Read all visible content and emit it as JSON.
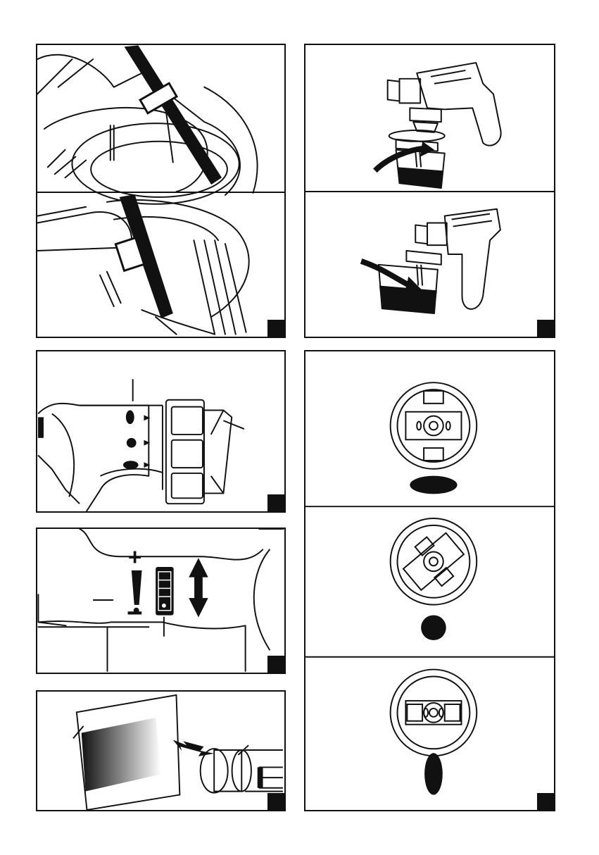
{
  "document": {
    "kind": "instruction-illustration-page",
    "ink_color": "#111111",
    "paper_color": "#ffffff",
    "labels": {
      "flow_plus": "+",
      "flow_minus": "−"
    },
    "panels": [
      {
        "id": "strap",
        "sub": [
          "strap-attach",
          "strap-wear"
        ]
      },
      {
        "id": "container",
        "sub": [
          "container-attach",
          "container-remove"
        ]
      },
      {
        "id": "nozzle-patterns"
      },
      {
        "id": "flow-regulator"
      },
      {
        "id": "test-spray"
      },
      {
        "id": "spray-patterns",
        "sub": [
          "horizontal",
          "round",
          "vertical"
        ]
      }
    ]
  }
}
